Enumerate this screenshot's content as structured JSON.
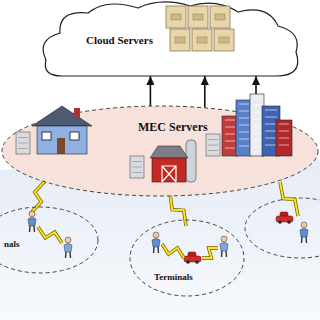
{
  "diagram": {
    "nodes": [
      {
        "text": [
          "Cloud Servers"
        ]
      },
      {
        "text": [
          "MEC Servers"
        ]
      },
      {
        "text": [
          "nals"
        ]
      },
      {
        "text": [
          "Terminals"
        ]
      }
    ],
    "edges": [
      {
        "from": 1,
        "to": 0,
        "arrow": "to"
      },
      {
        "from": 1,
        "to": 0,
        "arrow": "to"
      },
      {
        "from": 1,
        "to": 0,
        "arrow": "to"
      }
    ]
  }
}
